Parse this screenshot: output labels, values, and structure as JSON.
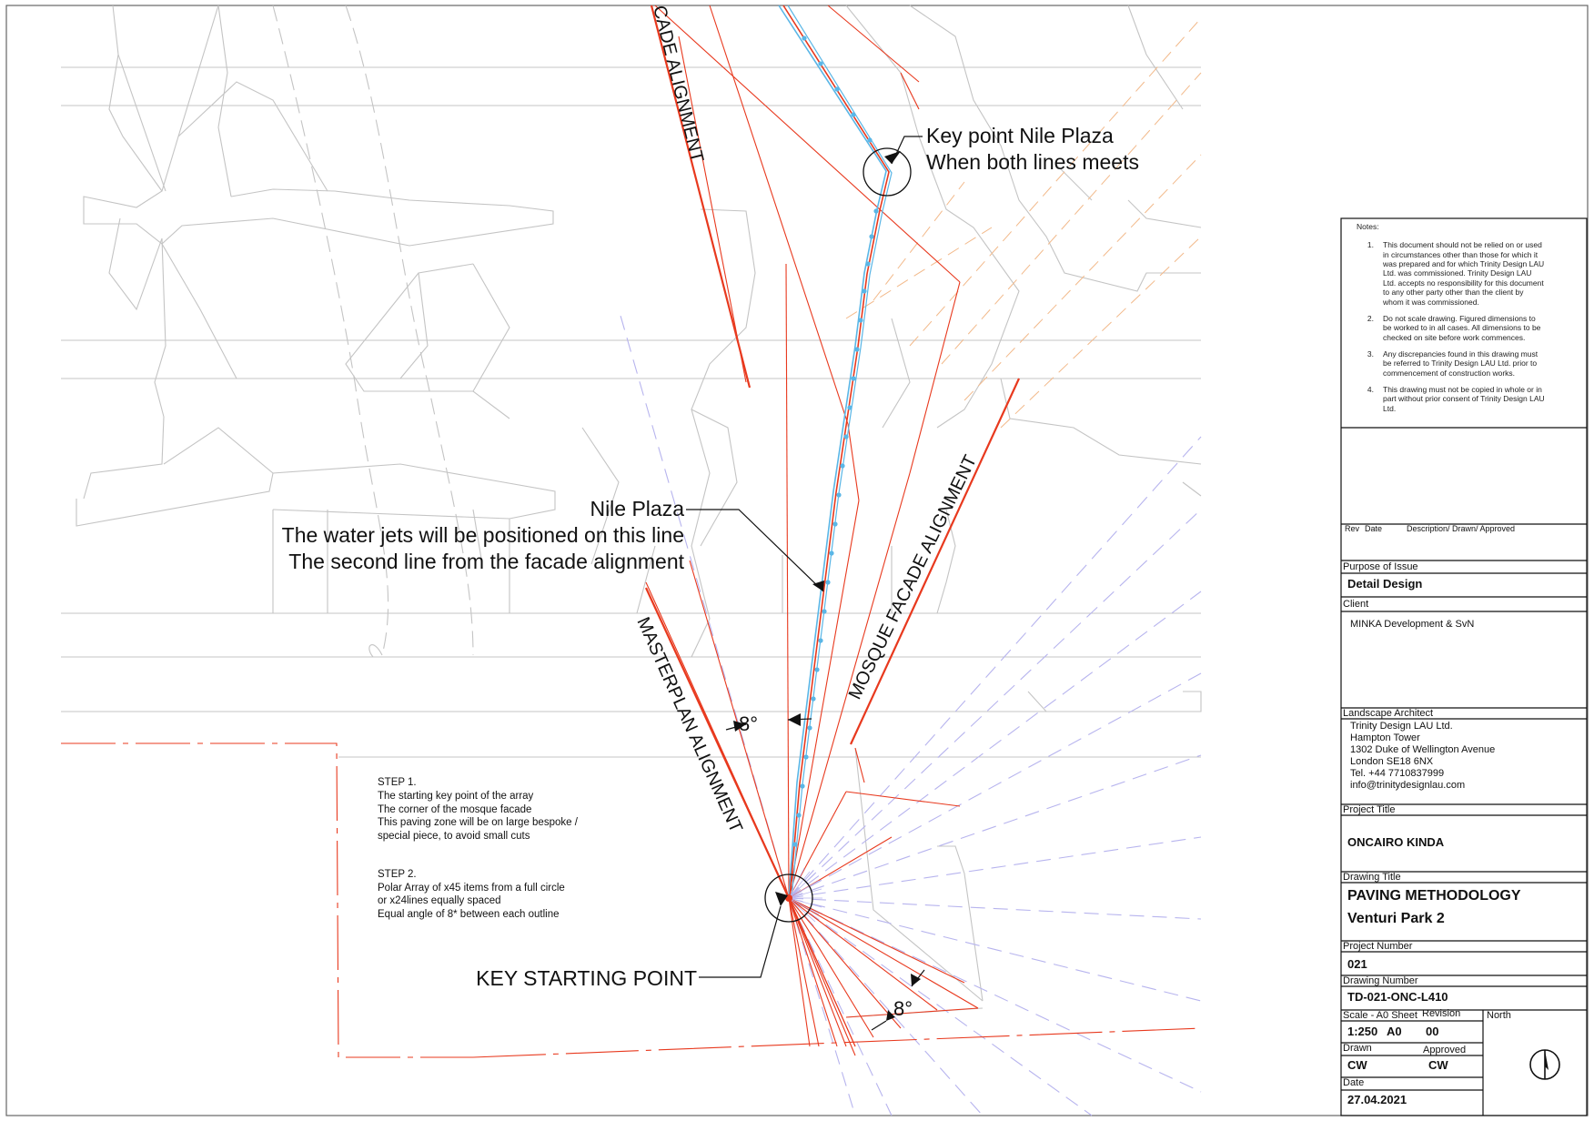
{
  "drawing": {
    "labels": {
      "cade_alignment": "CADE ALIGNMENT",
      "masterplan_alignment": "MASTERPLAN ALIGNMENT",
      "mosque_facade_alignment": "MOSQUE FACADE ALIGNMENT",
      "key_point_line1": "Key point Nile Plaza",
      "key_point_line2": "When both lines meets",
      "nile_plaza_line1": "Nile Plaza",
      "nile_plaza_line2": "The water jets will be positioned on this line",
      "nile_plaza_line3": "The second line from the facade alignment",
      "key_starting_point": "KEY STARTING POINT",
      "angle_upper": "8°",
      "angle_lower": "8°"
    },
    "steps": {
      "step1_title": "STEP 1.",
      "step1_lines": [
        "The starting key point of the array",
        "The corner of the mosque facade",
        "This paving zone will be on large bespoke /",
        "special piece, to avoid small cuts"
      ],
      "step2_title": "STEP 2.",
      "step2_lines": [
        "Polar Array of x45 items from a full circle",
        "or x24lines equally spaced",
        "Equal angle of 8* between each outline"
      ]
    },
    "colors": {
      "red": "#e8391e",
      "grey": "#b9b9b9",
      "lavender": "#b7b4ee",
      "cyan": "#5ab6e6",
      "peach": "#f2b98a"
    }
  },
  "title_block": {
    "notes_title": "Notes:",
    "notes": [
      {
        "num": "1.",
        "text": "This document should not be relied on or used in circumstances other than those for which it was prepared and for which Trinity Design LAU Ltd. was commissioned. Trinity Design LAU Ltd. accepts no responsibility for this document to any other party other than the client by whom it was commissioned."
      },
      {
        "num": "2.",
        "text": "Do not scale drawing. Figured dimensions to be worked to in all cases. All dimensions to be checked on site before work commences."
      },
      {
        "num": "3.",
        "text": "Any discrepancies found in this drawing must be referred to Trinity Design LAU Ltd. prior to commencement of  construction works."
      },
      {
        "num": "4.",
        "text": "This drawing must not be copied in whole or in part without prior consent of Trinity Design LAU Ltd."
      }
    ],
    "rev_header": {
      "rev": "Rev",
      "date": "Date",
      "desc": "Description/ Drawn/ Approved"
    },
    "purpose_label": "Purpose of Issue",
    "purpose_value": "Detail Design",
    "client_label": "Client",
    "client_value": "MINKA Development & SvN",
    "architect_label": "Landscape Architect",
    "architect_lines": [
      "Trinity Design LAU Ltd.",
      "Hampton Tower",
      "1302 Duke of Wellington Avenue",
      "London SE18 6NX",
      "Tel. +44 7710837999",
      "info@trinitydesignlau.com"
    ],
    "project_title_label": "Project Title",
    "project_title_value": "ONCAIRO KINDA",
    "drawing_title_label": "Drawing Title",
    "drawing_title_line1": "PAVING METHODOLOGY",
    "drawing_title_line2": "Venturi Park 2",
    "project_number_label": "Project Number",
    "project_number_value": "021",
    "drawing_number_label": "Drawing Number",
    "drawing_number_value": "TD-021-ONC-L410",
    "scale_label": "Scale - A0 Sheet",
    "revision_label": "Revision",
    "north_label": "North",
    "scale_value": "1:250",
    "sheet_value": "A0",
    "revision_value": "00",
    "drawn_label": "Drawn",
    "approved_label": "Approved",
    "drawn_value": "CW",
    "approved_value": "CW",
    "date_label": "Date",
    "date_value": "27.04.2021"
  }
}
